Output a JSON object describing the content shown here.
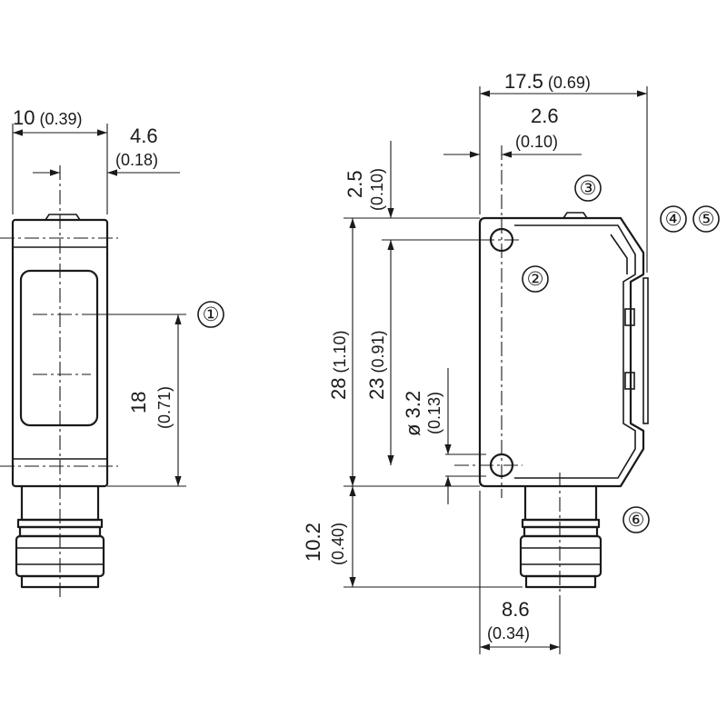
{
  "dimensions": {
    "left_width": {
      "main": "10",
      "alt": "(0.39)"
    },
    "left_offset": {
      "main": "4.6",
      "alt": "(0.18)"
    },
    "left_optical_axis": {
      "main": "18",
      "alt": "(0.71)"
    },
    "total_width": {
      "main": "17.5",
      "alt": "(0.69)"
    },
    "hole_edge": {
      "main": "2.6",
      "alt": "(0.10)"
    },
    "hole_top": {
      "main": "2.5",
      "alt": "(0.10)"
    },
    "total_height": {
      "main": "28",
      "alt": "(1.10)"
    },
    "hole_spacing": {
      "main": "23",
      "alt": "(0.91)"
    },
    "hole_diameter": {
      "main": "ø 3.2",
      "alt": "(0.13)"
    },
    "connector_length": {
      "main": "10.2",
      "alt": "(0.40)"
    },
    "connector_offset": {
      "main": "8.6",
      "alt": "(0.34)"
    }
  },
  "callouts": [
    "①",
    "②",
    "③",
    "④",
    "⑤",
    "⑥"
  ],
  "colors": {
    "line": "#1a1a1a",
    "background": "#ffffff"
  }
}
